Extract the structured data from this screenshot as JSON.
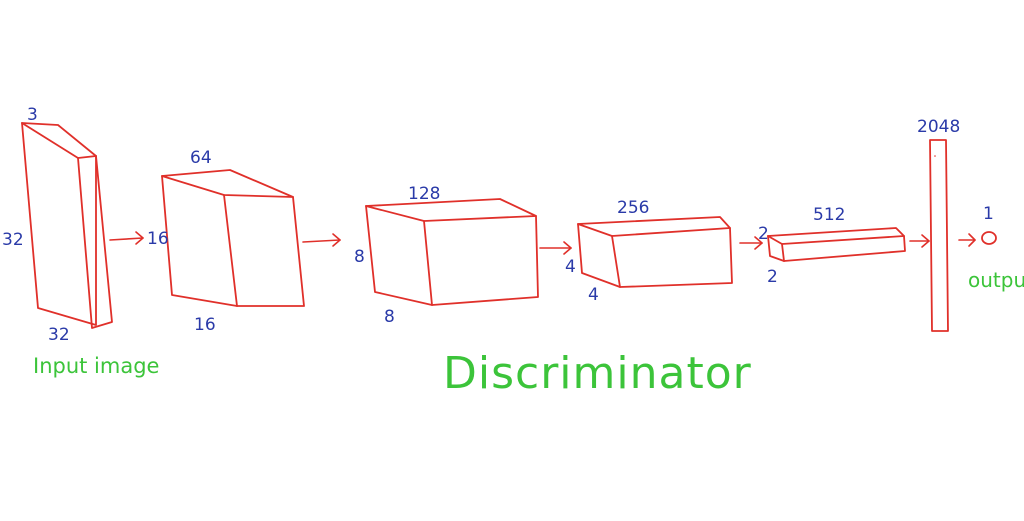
{
  "input": {
    "depth": "3",
    "height": "32",
    "width": "32",
    "caption": "Input image"
  },
  "layer1": {
    "channels": "64",
    "height": "16",
    "width": "16"
  },
  "layer2": {
    "channels": "128",
    "height": "8",
    "width": "8"
  },
  "layer3": {
    "channels": "256",
    "height": "4",
    "width": "4"
  },
  "layer4": {
    "channels": "512",
    "height": "2",
    "width": "2"
  },
  "dense": {
    "units": "2048"
  },
  "output": {
    "units": "1",
    "caption": "output"
  },
  "title": "Discriminator",
  "colors": {
    "shape": "#e0302a",
    "dimension_text": "#2a3aa8",
    "caption_text": "#3cc43a"
  }
}
